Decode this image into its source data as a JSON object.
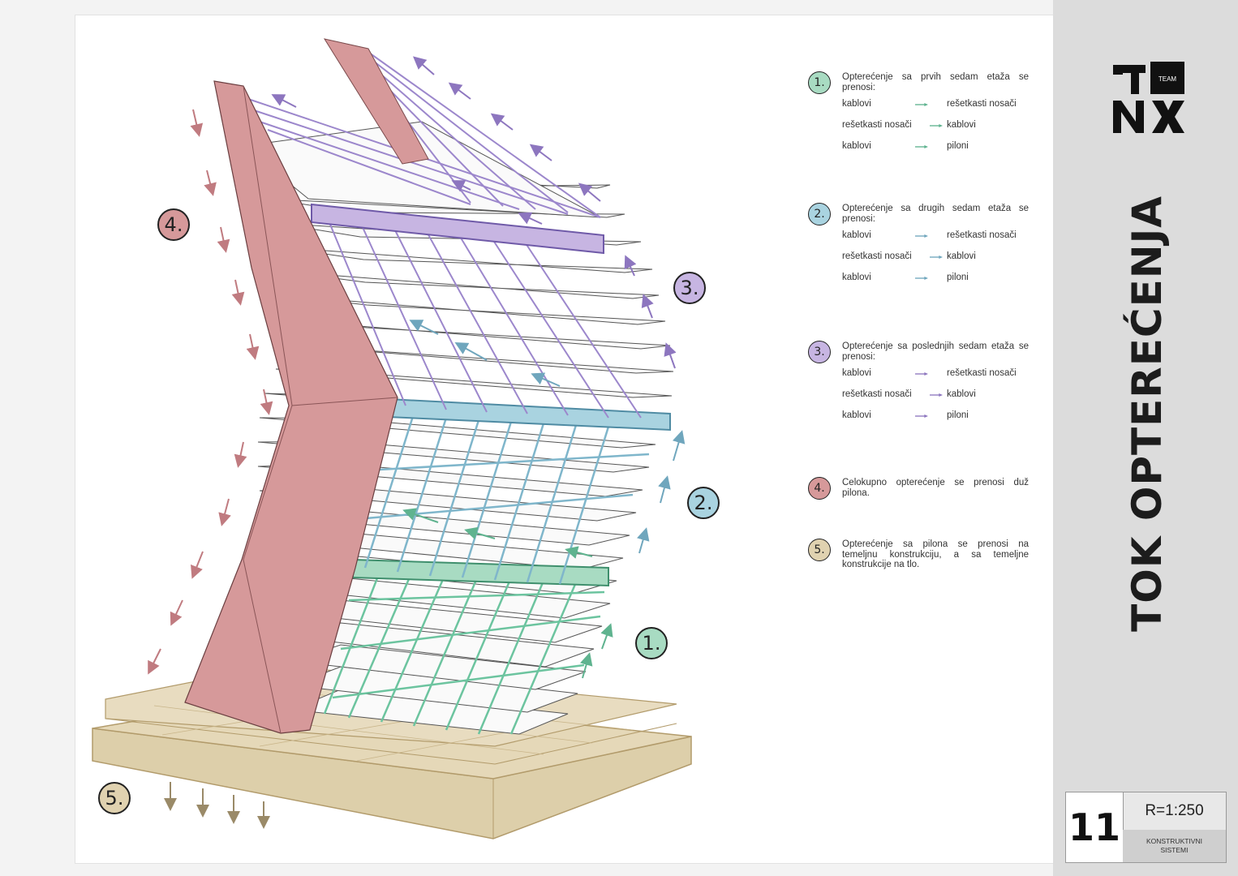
{
  "colors": {
    "green": "#a8dbc2",
    "green_stroke": "#5fb38f",
    "blue": "#a9d3e0",
    "blue_stroke": "#6fa6bd",
    "purple": "#c7b5e2",
    "purple_stroke": "#8d76bf",
    "pink": "#d6999a",
    "tan": "#e0d2b0",
    "tan_stroke": "#b29b6b"
  },
  "badges": {
    "b1": "1.",
    "b2": "2.",
    "b3": "3.",
    "b4": "4.",
    "b5": "5."
  },
  "legend": [
    {
      "num": "1.",
      "text": "Opterećenje sa prvih sedam etaža se prenosi:",
      "color_key": "green",
      "flows": [
        {
          "from": "kablovi",
          "to": "rešetkasti nosači"
        },
        {
          "from": "rešetkasti nosači",
          "to": "kablovi"
        },
        {
          "from": "kablovi",
          "to": "piloni"
        }
      ]
    },
    {
      "num": "2.",
      "text": "Opterećenje sa drugih sedam etaža se prenosi:",
      "color_key": "blue",
      "flows": [
        {
          "from": "kablovi",
          "to": "rešetkasti nosači"
        },
        {
          "from": "rešetkasti nosači",
          "to": "kablovi"
        },
        {
          "from": "kablovi",
          "to": "piloni"
        }
      ]
    },
    {
      "num": "3.",
      "text": "Opterećenje sa poslednjih sedam etaža se prenosi:",
      "color_key": "purple",
      "flows": [
        {
          "from": "kablovi",
          "to": "rešetkasti nosači"
        },
        {
          "from": "rešetkasti nosači",
          "to": "kablovi"
        },
        {
          "from": "kablovi",
          "to": "piloni"
        }
      ]
    },
    {
      "num": "4.",
      "text": "Celokupno opterećenje se prenosi duž pilona.",
      "color_key": "pink",
      "flows": []
    },
    {
      "num": "5.",
      "text": "Opterećenje sa pilona se prenosi na temeljnu konstrukciju, a sa temeljne konstrukcije na tlo.",
      "color_key": "tan",
      "flows": []
    }
  ],
  "logo": {
    "small": "TEAM"
  },
  "title": "TOK OPTEREĆENJA",
  "stamp": {
    "number": "11",
    "scale": "R=1:250",
    "system": "KONSTRUKTIVNI\nSISTEMI"
  }
}
